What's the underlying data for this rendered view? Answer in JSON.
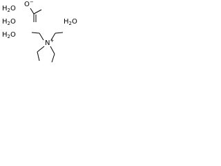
{
  "water": {
    "h": "H",
    "sub": "2",
    "o": "O"
  },
  "acetate": {
    "o_label": "O",
    "o_charge": "−"
  },
  "ammonium": {
    "n_label": "N",
    "n_charge": "+"
  }
}
